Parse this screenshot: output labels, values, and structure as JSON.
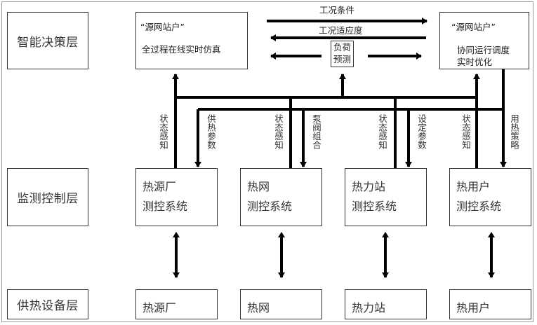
{
  "layers": {
    "decision": "智能决策层",
    "monitoring": "监测控制层",
    "equipment": "供热设备层"
  },
  "decision_boxes": {
    "simulation": {
      "quote": "“源网站户”",
      "text": "全过程在线实时仿真"
    },
    "optimization": {
      "quote": "“源网站户”",
      "line1": "协同运行调度",
      "line2": "实时优化"
    }
  },
  "flows": {
    "condition": "工况条件",
    "adaptability": "工况适应度",
    "load_forecast": {
      "line1": "负荷",
      "line2": "预测"
    }
  },
  "monitoring_systems": [
    {
      "line1": "热源厂",
      "line2": "测控系统",
      "up_label": "状态感知",
      "down_label": "供热参数"
    },
    {
      "line1": "热网",
      "line2": "测控系统",
      "up_label": "状态感知",
      "down_label": "泵阀组合"
    },
    {
      "line1": "热力站",
      "line2": "测控系统",
      "up_label": "状态感知",
      "down_label": "设定参数"
    },
    {
      "line1": "热用户",
      "line2": "测控系统",
      "up_label": "状态感知",
      "down_label": "用热策略"
    }
  ],
  "equipment": [
    {
      "label": "热源厂"
    },
    {
      "label": "热网"
    },
    {
      "label": "热力站"
    },
    {
      "label": "热用户"
    }
  ]
}
